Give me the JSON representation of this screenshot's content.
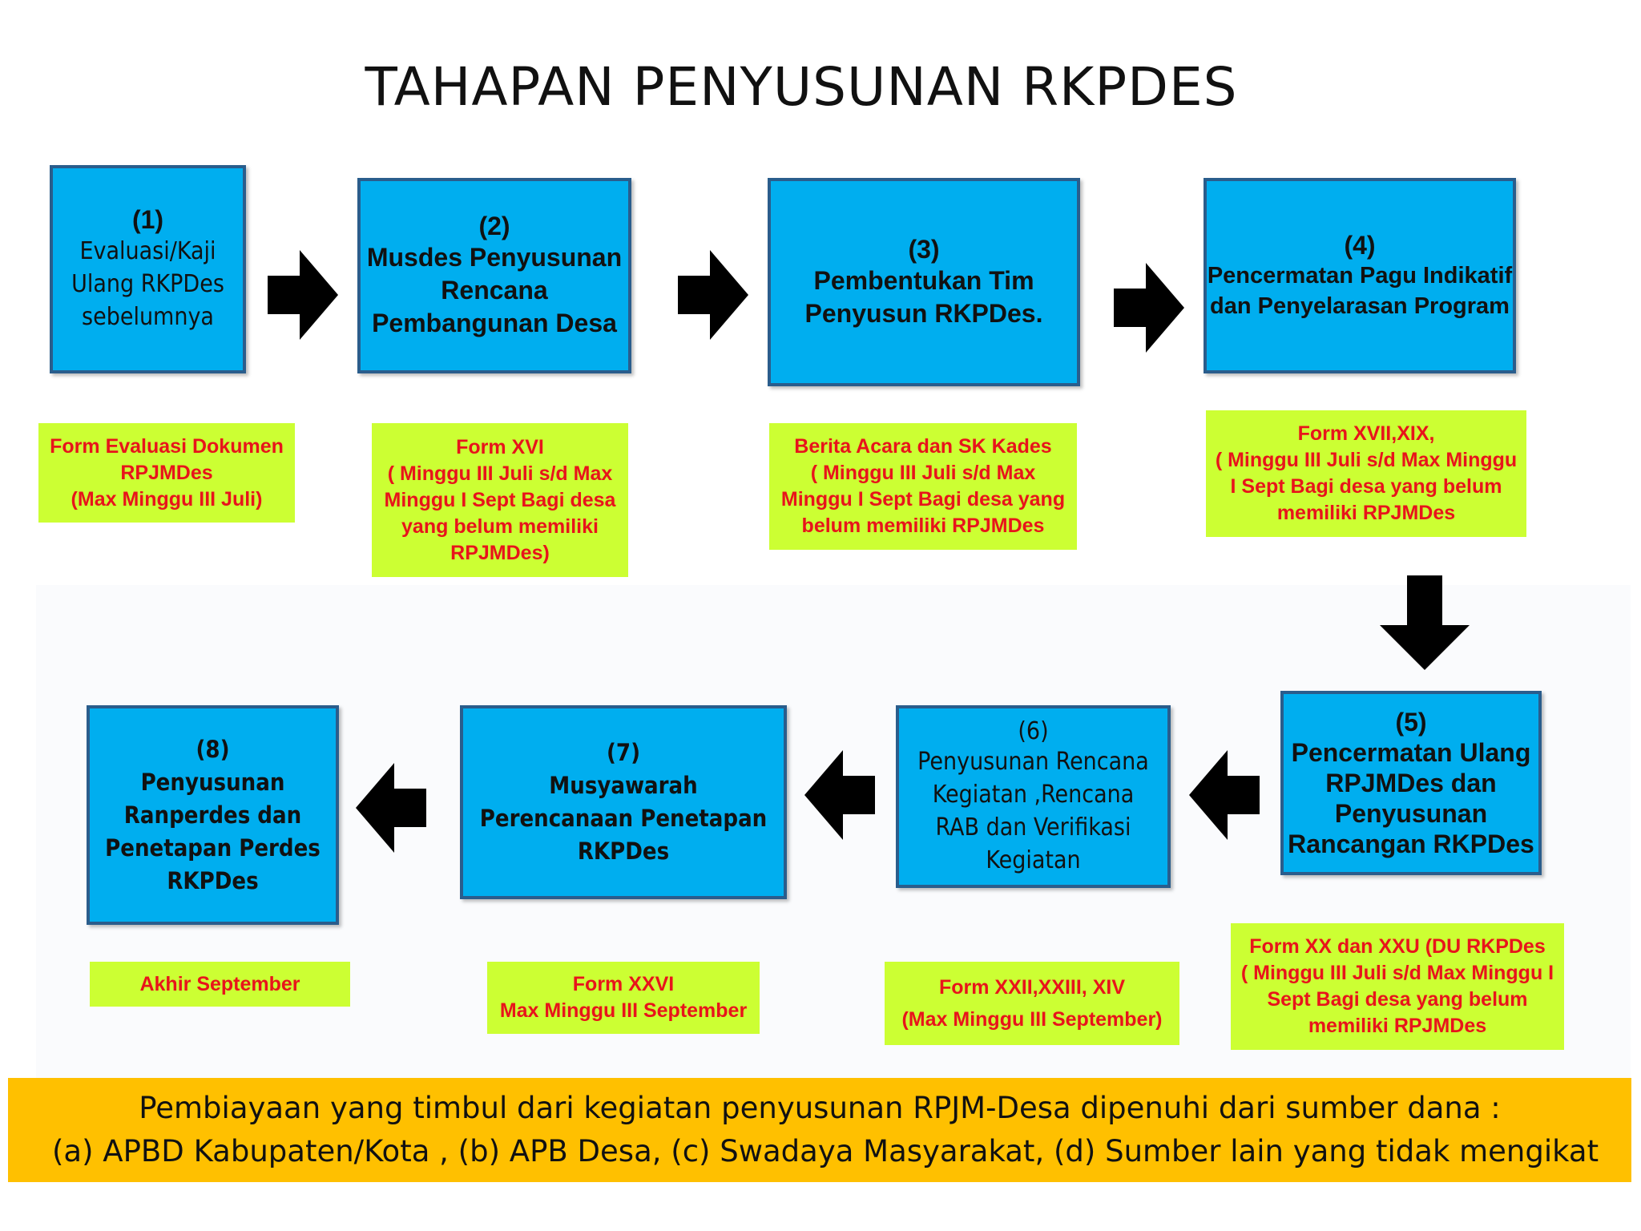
{
  "title": "TAHAPAN PENYUSUNAN RKPDES",
  "steps": [
    {
      "num": "(1)",
      "label": "Evaluasi/Kaji\nUlang RKPDes\nsebelumnya"
    },
    {
      "num": "(2)",
      "label": "Musdes Penyusunan\nRencana\nPembangunan Desa"
    },
    {
      "num": "(3)",
      "label": "Pembentukan  Tim\nPenyusun RKPDes."
    },
    {
      "num": "(4)",
      "label": "Pencermatan Pagu Indikatif\ndan Penyelarasan Program"
    },
    {
      "num": "(5)",
      "label": "Pencermatan Ulang\nRPJMDes dan\nPenyusunan\nRancangan RKPDes"
    },
    {
      "num": "(6)",
      "label": "Penyusunan Rencana\nKegiatan ,Rencana\nRAB dan Verifikasi\nKegiatan"
    },
    {
      "num": "(7)",
      "label": "Musyawarah\nPerencanaan Penetapan\nRKPDes"
    },
    {
      "num": "(8)",
      "label": "Penyusunan\nRanperdes dan\nPenetapan Perdes\nRKPDes"
    }
  ],
  "notes": [
    "Form Evaluasi Dokumen\nRPJMDes\n(Max  Minggu III Juli)",
    "Form XVI\n( Minggu III Juli  s/d Max\nMinggu I Sept Bagi desa\nyang belum memiliki\nRPJMDes)",
    "Berita Acara dan SK Kades\n( Minggu III Juli  s/d Max\nMinggu I Sept Bagi desa yang\nbelum memiliki RPJMDes",
    "Form XVII,XIX,\n( Minggu III Juli  s/d Max Minggu\nI Sept Bagi desa yang belum\nmemiliki RPJMDes",
    "Form XX dan XXU (DU RKPDes\n( Minggu III Juli  s/d Max Minggu I\nSept Bagi desa yang belum\nmemiliki RPJMDes",
    "Form XXII,XXIII, XIV\n(Max Minggu III September)",
    "Form XXVI\nMax Minggu III September",
    "Akhir  September"
  ],
  "footer": {
    "line1": "Pembiayaan yang timbul dari kegiatan penyusunan  RPJM-Desa dipenuhi dari sumber dana :",
    "line2": "(a)   APBD Kabupaten/Kota ,  (b) APB Desa, (c) Swadaya Masyarakat, (d) Sumber lain yang tidak mengikat"
  },
  "colors": {
    "box": "#00aeef",
    "note": "#ccff33",
    "note_text": "#e8141b",
    "footer": "#ffc000"
  }
}
